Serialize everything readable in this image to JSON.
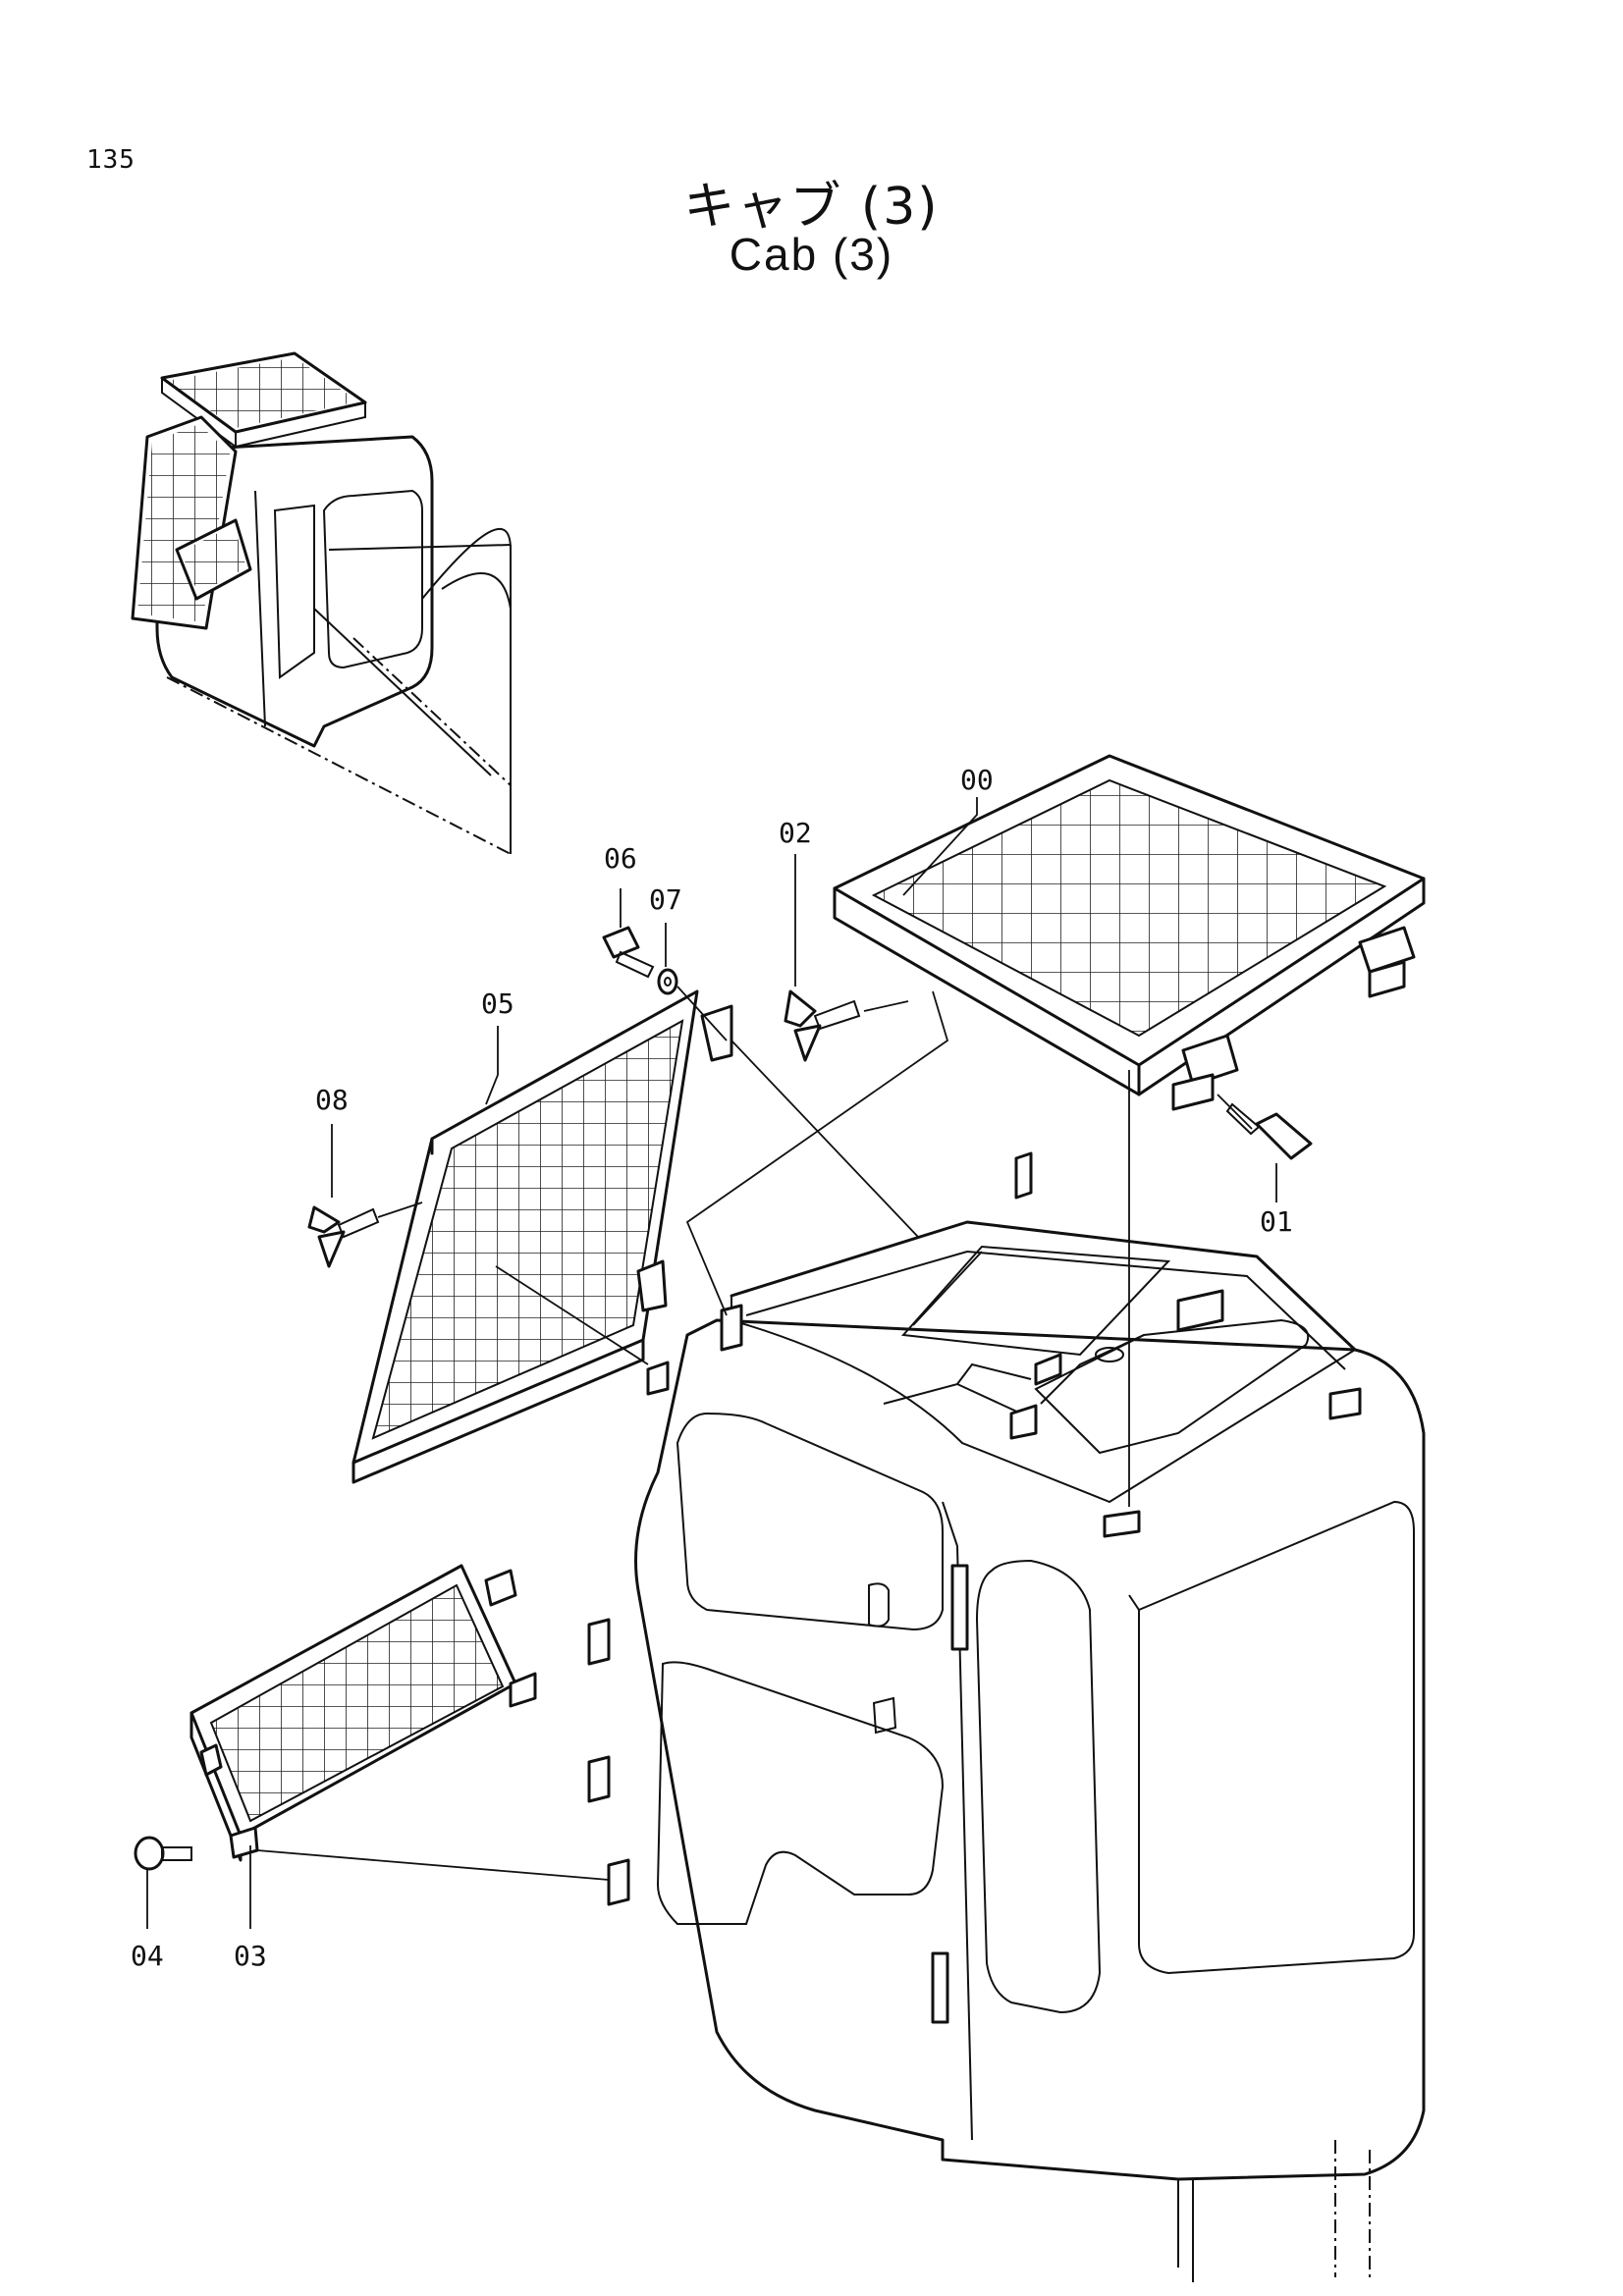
{
  "page": {
    "number": "135"
  },
  "title": {
    "japanese": "キャブ (3)",
    "english": "Cab (3)"
  },
  "parts": [
    {
      "id": "00",
      "part": "top-guard"
    },
    {
      "id": "01",
      "part": "bolt"
    },
    {
      "id": "02",
      "part": "wing-bolt"
    },
    {
      "id": "03",
      "part": "bracket"
    },
    {
      "id": "04",
      "part": "bolt"
    },
    {
      "id": "05",
      "part": "side-guard"
    },
    {
      "id": "06",
      "part": "bolt"
    },
    {
      "id": "07",
      "part": "washer"
    },
    {
      "id": "08",
      "part": "wing-bolt"
    }
  ],
  "colors": {
    "ink": "#111111",
    "paper": "#ffffff"
  }
}
